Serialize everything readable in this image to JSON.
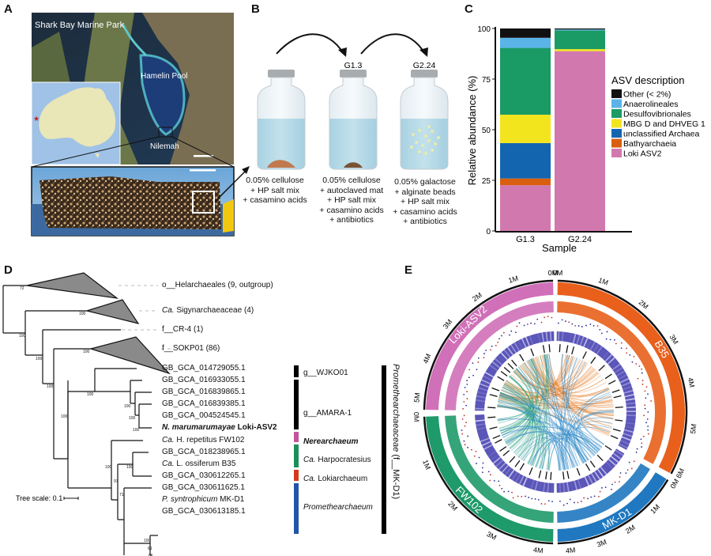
{
  "panels": {
    "A": {
      "letter": "A",
      "map_title": "Shark Bay Marine Park",
      "labels": [
        "Hamelin Pool",
        "Nilemah"
      ]
    },
    "B": {
      "letter": "B",
      "bottles": [
        {
          "label": "",
          "lines": [
            "0.05% cellulose",
            "+ HP salt mix",
            "+ casamino acids"
          ]
        },
        {
          "label": "G1.3",
          "lines": [
            "0.05% cellulose",
            "+ autoclaved mat",
            "+ HP salt mix",
            "+ casamino acids",
            "+ antibiotics"
          ]
        },
        {
          "label": "G2.24",
          "lines": [
            "0.05% galactose",
            "+ alginate beads",
            "+ HP salt mix",
            "+ casamino acids",
            "+ antibiotics"
          ]
        }
      ]
    },
    "C": {
      "letter": "C"
    },
    "D": {
      "letter": "D",
      "tips": [
        {
          "label": "o__Helarchaeales (9, outgroup)",
          "style": "normal"
        },
        {
          "label_it": "Ca.",
          "label": " Sigynarchaeaceae (4)",
          "style": "mixed"
        },
        {
          "label": "f__CR-4 (1)",
          "style": "normal"
        },
        {
          "label": "f__SOKP01 (86)",
          "style": "normal"
        },
        {
          "label": "GB_GCA_014729055.1",
          "style": "normal"
        },
        {
          "label": "GB_GCA_016933055.1",
          "style": "normal"
        },
        {
          "label": "GB_GCA_016839865.1",
          "style": "normal"
        },
        {
          "label": "GB_GCA_016839385.1",
          "style": "normal"
        },
        {
          "label": "GB_GCA_004524545.1",
          "style": "normal"
        },
        {
          "label_it": "N. marumarumayae",
          "label": " Loki-ASV2",
          "style": "bold"
        },
        {
          "label_it": "Ca.",
          "label": " H. repetitus FW102",
          "style": "mixed"
        },
        {
          "label": "GB_GCA_018238965.1",
          "style": "normal"
        },
        {
          "label_it": "Ca.",
          "label": " L. ossiferum B35",
          "style": "mixed"
        },
        {
          "label": "GB_GCA_030612265.1",
          "style": "normal"
        },
        {
          "label": "GB_GCA_030611625.1",
          "style": "normal"
        },
        {
          "label_it": "P. syntrophicum",
          "label": " MK-D1",
          "style": "mixed"
        },
        {
          "label": "GB_GCA_030613185.1",
          "style": "normal"
        }
      ],
      "bootstrap": [
        "72",
        "100",
        "100",
        "100",
        "100",
        "100",
        "100",
        "100",
        "100",
        "100",
        "100",
        "100",
        "97",
        "71",
        "100",
        "61",
        "61"
      ],
      "genera": [
        {
          "name": "g__WJKO01",
          "color": "#000000",
          "italic": false
        },
        {
          "name": "g__AMARA-1",
          "color": "#000000",
          "italic": false
        },
        {
          "name": "Nerearchaeum",
          "color": "#c4549c",
          "italic": true,
          "bold": true
        },
        {
          "name_it": "Ca.",
          "name": " Harpocratesius",
          "color": "#1a8f5a",
          "italic": false
        },
        {
          "name_it": "Ca.",
          "name": " Lokiarchaeum",
          "color": "#d23a1a",
          "italic": false
        },
        {
          "name": "Promethearchaeum",
          "color": "#2255aa",
          "italic": true
        }
      ],
      "family_it": "Promethearchaeaceae",
      "family": " (f__MK-D1)",
      "tree_scale_label": "Tree scale: 0.1"
    },
    "E": {
      "letter": "E",
      "genomes": [
        {
          "name": "Loki-ASV2",
          "color": "#d070b8",
          "size_mb": 5.3,
          "ticks": [
            "0M",
            "1M",
            "2M",
            "3M",
            "4M",
            "5M"
          ]
        },
        {
          "name": "B35",
          "color": "#e8601c",
          "size_mb": 6.1,
          "ticks": [
            "0M",
            "1M",
            "2M",
            "3M",
            "4M",
            "5M",
            "6M"
          ]
        },
        {
          "name": "MK-D1",
          "color": "#1f78c0",
          "size_mb": 4.4,
          "ticks": [
            "0M",
            "1M",
            "2M",
            "3M",
            "4M"
          ]
        },
        {
          "name": "FW102",
          "color": "#1f9a6a",
          "size_mb": 4.3,
          "ticks": [
            "0M",
            "1M",
            "2M",
            "3M",
            "4M"
          ]
        }
      ]
    }
  },
  "chart_data": {
    "type": "bar",
    "stacked": true,
    "title": "",
    "xlabel": "Sample",
    "ylabel": "Relative abundance (%)",
    "ylim": [
      0,
      100
    ],
    "yticks": [
      "0",
      "25",
      "50",
      "75",
      "100"
    ],
    "categories": [
      "G1.3",
      "G2.24"
    ],
    "legend_title": "ASV description",
    "legend_position": "right",
    "series": [
      {
        "name": "Loki  ASV2",
        "color": "#d179ae",
        "values": [
          22.6,
          88.8
        ]
      },
      {
        "name": "Bathyarchaeia",
        "color": "#d95f0e",
        "values": [
          3.3,
          0
        ]
      },
      {
        "name": "unclassified Archaea",
        "color": "#1465b0",
        "values": [
          17.5,
          0
        ]
      },
      {
        "name": "MBG D and DHVEG  1",
        "color": "#f3e51d",
        "values": [
          14.0,
          1.0
        ]
      },
      {
        "name": "Desulfovibrionales",
        "color": "#1a9a64",
        "values": [
          33.0,
          9.2
        ]
      },
      {
        "name": "Anaerolineales",
        "color": "#5ab4e8",
        "values": [
          5.0,
          0.5
        ]
      },
      {
        "name": "Other (< 2%)",
        "color": "#111111",
        "values": [
          4.6,
          0.5
        ]
      }
    ],
    "legend_order": [
      "Other (< 2%)",
      "Anaerolineales",
      "Desulfovibrionales",
      "MBG D and DHVEG  1",
      "unclassified Archaea",
      "Bathyarchaeia",
      "Loki  ASV2"
    ]
  }
}
